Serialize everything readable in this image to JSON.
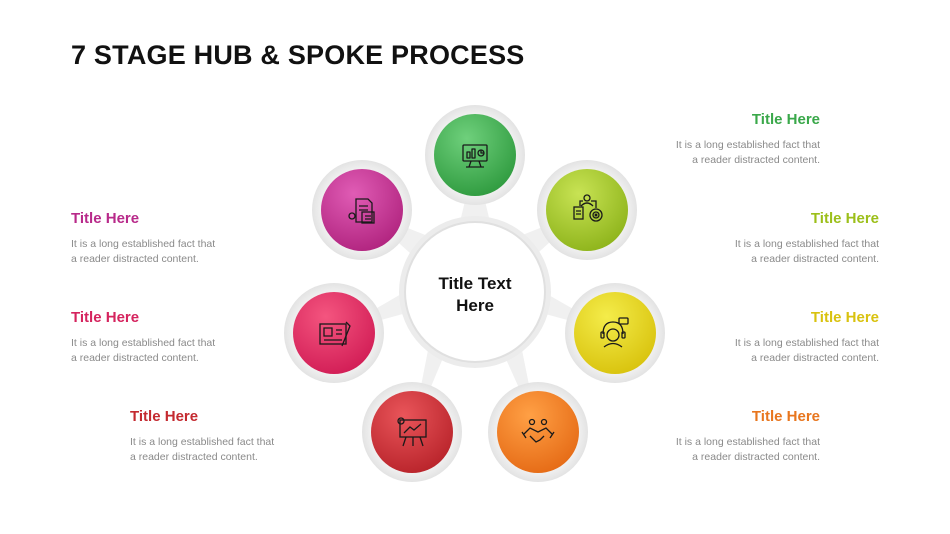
{
  "title": "7 STAGE HUB & SPOKE PROCESS",
  "hub": {
    "line1": "Title Text",
    "line2": "Here"
  },
  "stages": [
    {
      "heading": "Title Here",
      "body_line1": "It is a long established  fact that",
      "body_line2": "a reader distracted content.",
      "color": "#3aa84a",
      "icon": "monitor-chart-icon"
    },
    {
      "heading": "Title Here",
      "body_line1": "It is a long established  fact that",
      "body_line2": "a reader distracted content.",
      "color": "#9cbf1a",
      "icon": "team-target-icon"
    },
    {
      "heading": "Title Here",
      "body_line1": "It is a long established  fact that",
      "body_line2": "a reader distracted content.",
      "color": "#d9c20f",
      "icon": "customer-support-icon"
    },
    {
      "heading": "Title Here",
      "body_line1": "It is a long established  fact that",
      "body_line2": "a reader distracted content.",
      "color": "#e8761e",
      "icon": "handshake-icon"
    },
    {
      "heading": "Title Here",
      "body_line1": "It is a long established  fact that",
      "body_line2": "a reader distracted content.",
      "color": "#c42a30",
      "icon": "presentation-board-icon"
    },
    {
      "heading": "Title Here",
      "body_line1": "It is a long established  fact that",
      "body_line2": "a reader distracted content.",
      "color": "#d5245e",
      "icon": "blueprint-icon"
    },
    {
      "heading": "Title Here",
      "body_line1": "It is a long established  fact that",
      "body_line2": "a reader distracted content.",
      "color": "#b82a8a",
      "icon": "calculator-document-icon"
    }
  ]
}
